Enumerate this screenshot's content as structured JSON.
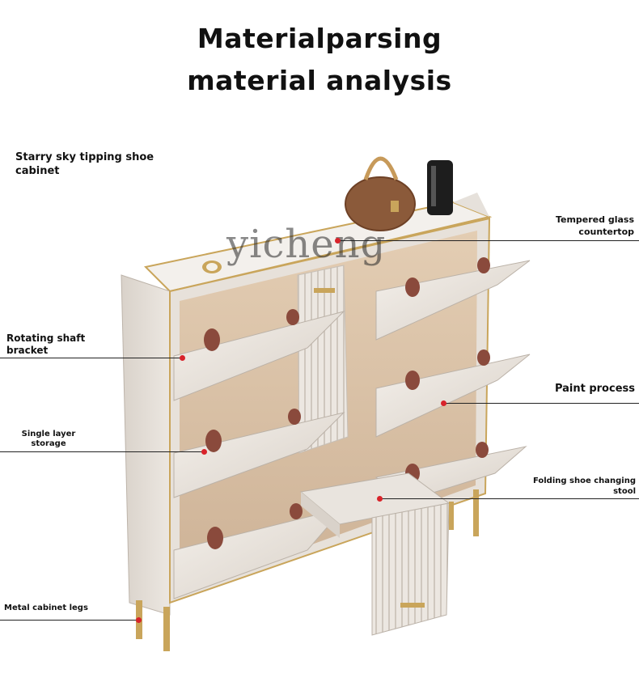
{
  "header": {
    "title_line1": "Materialparsing",
    "title_line2": "material analysis"
  },
  "product": {
    "name": "Starry sky tipping shoe cabinet",
    "watermark": "yicheng"
  },
  "annotations": {
    "tempered_glass": "Tempered glass countertop",
    "rotating_shaft": "Rotating shaft bracket",
    "paint_process": "Paint process",
    "single_layer": "Single layer storage",
    "folding_stool": "Folding shoe changing stool",
    "metal_legs": "Metal cabinet legs"
  },
  "colors": {
    "marker": "#d8232a",
    "cabinet": "#e9e3dc",
    "interior": "#dcc4a8",
    "gold": "#c9a55b"
  }
}
